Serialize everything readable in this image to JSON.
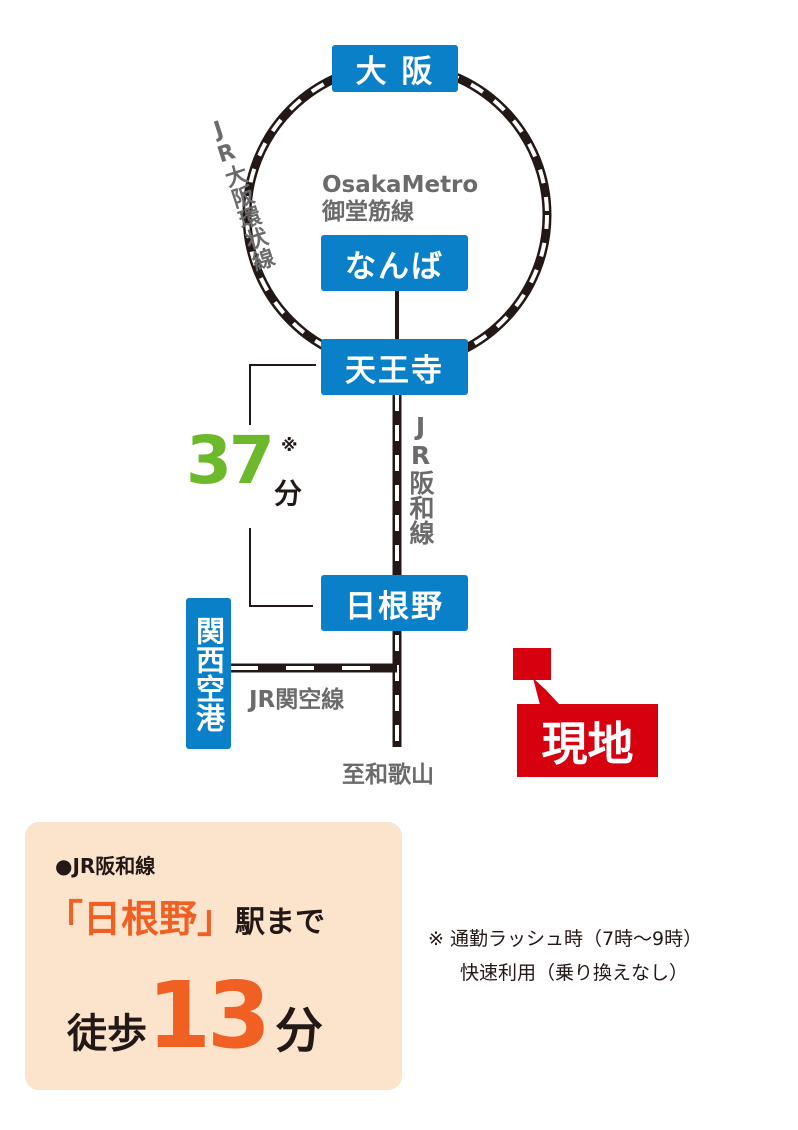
{
  "stations": {
    "osaka": "大 阪",
    "namba": "なんば",
    "tennoji": "天王寺",
    "hineno": "日根野",
    "kansai_airport": "関西空港"
  },
  "lines": {
    "loop": "JR大阪環状線",
    "metro_name": "OsakaMetro",
    "metro_line": "御堂筋線",
    "hanwa": "JR阪和線",
    "kansai": "JR関空線",
    "to_wakayama": "至和歌山"
  },
  "travel_time": {
    "value": "37",
    "unit": "分",
    "note_mark": "※"
  },
  "site_label": "現地",
  "panel": {
    "line": "●JR阪和線",
    "station": "「日根野」",
    "station_suffix": "駅まで",
    "walk": "徒歩",
    "minutes": "13",
    "unit": "分"
  },
  "footnote": {
    "line1": "※ 通勤ラッシュ時（7時～9時）",
    "line2": "快速利用（乗り換えなし）"
  },
  "colors": {
    "station": "#0a80c9",
    "time": "#6cb92c",
    "site": "#d7000f",
    "accent": "#f06022",
    "panel_bg": "#fbe3cc"
  }
}
